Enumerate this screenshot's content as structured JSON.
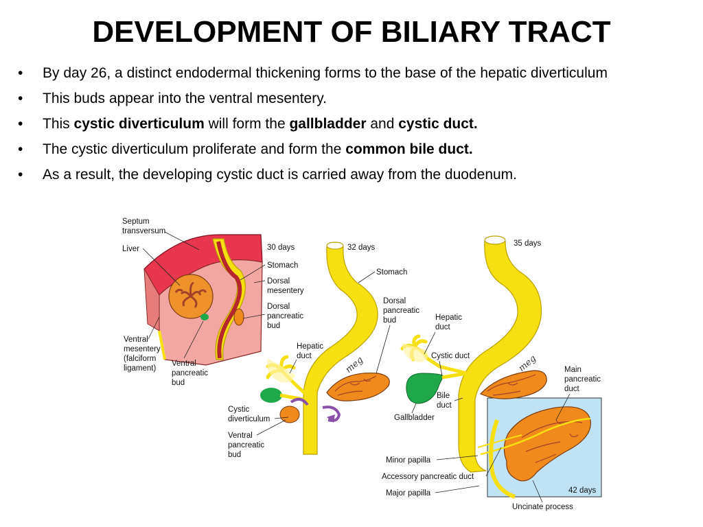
{
  "title": "DEVELOPMENT OF BILIARY TRACT",
  "bullets": [
    {
      "parts": [
        {
          "text": "By day 26, a distinct endodermal thickening forms to the base of the hepatic diverticulum",
          "bold": false
        }
      ]
    },
    {
      "parts": [
        {
          "text": "This buds appear into the ventral mesentery.",
          "bold": false
        }
      ]
    },
    {
      "parts": [
        {
          "text": "This ",
          "bold": false
        },
        {
          "text": "cystic diverticulum",
          "bold": true
        },
        {
          "text": " will form the ",
          "bold": false
        },
        {
          "text": "gallbladder",
          "bold": true
        },
        {
          "text": " and ",
          "bold": false
        },
        {
          "text": "cystic duct.",
          "bold": true
        }
      ]
    },
    {
      "parts": [
        {
          "text": "The cystic diverticulum proliferate and form the ",
          "bold": false
        },
        {
          "text": "common bile duct.",
          "bold": true
        }
      ]
    },
    {
      "parts": [
        {
          "text": "As a result, the developing cystic duct is carried away from the duodenum.",
          "bold": false
        }
      ]
    }
  ],
  "bullet_glyph": "•",
  "figure": {
    "panel1": {
      "age": "30 days",
      "septum_1": "Septum",
      "septum_2": "transversum",
      "liver": "Liver",
      "stomach": "Stomach",
      "dorsal_mes_1": "Dorsal",
      "dorsal_mes_2": "mesentery",
      "dorsal_panc_1": "Dorsal",
      "dorsal_panc_2": "pancreatic",
      "dorsal_panc_3": "bud",
      "ventral_mes_1": "Ventral",
      "ventral_mes_2": "mesentery",
      "ventral_mes_3": "(falciform",
      "ventral_mes_4": "ligament)",
      "ventral_panc_1": "Ventral",
      "ventral_panc_2": "pancreatic",
      "ventral_panc_3": "bud"
    },
    "panel2": {
      "age": "32 days",
      "stomach": "Stomach",
      "dorsal_panc_1": "Dorsal",
      "dorsal_panc_2": "pancreatic",
      "dorsal_panc_3": "bud",
      "hepatic_1": "Hepatic",
      "hepatic_2": "duct",
      "cystic_1": "Cystic",
      "cystic_2": "diverticulum",
      "ventral_panc_1": "Ventral",
      "ventral_panc_2": "pancreatic",
      "ventral_panc_3": "bud",
      "signature": "meg"
    },
    "panel3": {
      "age": "35 days",
      "hepatic_1": "Hepatic",
      "hepatic_2": "duct",
      "cystic_duct": "Cystic duct",
      "bile_1": "Bile",
      "bile_2": "duct",
      "gallbladder": "Gallbladder",
      "main_panc_1": "Main",
      "main_panc_2": "pancreatic",
      "main_panc_3": "duct",
      "signature": "meg"
    },
    "panel4": {
      "age": "42 days",
      "minor_papilla": "Minor papilla",
      "accessory_duct": "Accessory pancreatic duct",
      "major_papilla": "Major papilla",
      "uncinate": "Uncinate process"
    },
    "colors": {
      "gut_yellow": "#f7e011",
      "gut_outline": "#b8a000",
      "septum_red": "#e8364f",
      "mesentery_pink": "#f2a7a3",
      "liver_orange": "#f0922b",
      "liver_brown": "#a0412a",
      "pancreas_orange": "#f08a1c",
      "gallbladder_green": "#1fa84a",
      "arrow_purple": "#8a4fa8",
      "box_blue": "#bfe3f5"
    }
  }
}
